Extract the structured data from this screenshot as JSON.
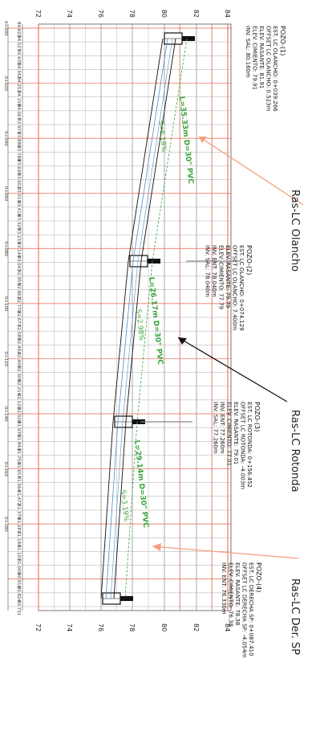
{
  "drawing": {
    "elevation_ticks": [
      "84",
      "82",
      "80",
      "78",
      "76",
      "74",
      "72"
    ],
    "stations": [
      "0+000",
      "0+020",
      "0+040",
      "0+060",
      "0+080",
      "0+100",
      "0+120",
      "0+140",
      "0+160",
      "0+180"
    ],
    "ground_values": [
      "84.623",
      "84.527",
      "84.435",
      "84.342",
      "84.251",
      "84.158",
      "84.067",
      "83.973",
      "83.880",
      "83.788",
      "83.695",
      "83.602",
      "83.510",
      "83.418",
      "83.325",
      "83.233",
      "83.140",
      "83.047",
      "82.955",
      "82.862",
      "82.770",
      "82.677",
      "82.585",
      "82.492",
      "82.400",
      "82.306",
      "82.214",
      "82.120",
      "82.028",
      "81.935",
      "81.843",
      "81.750",
      "81.657",
      "81.564",
      "81.472",
      "81.379",
      "81.287",
      "81.194",
      "81.101",
      "81.009",
      "80.916",
      "80.824",
      "80.731"
    ],
    "manholes": [
      {
        "title": "POZO-(1)",
        "lines": [
          "EST. LC OLANCHO: 0+039.266",
          "OFFSET LC OLANCHO: 0.523m",
          "ELEV. RASANTE: 81.91",
          "ELEV. CIMIENTO: 79.91",
          "INV. SAL: 80.160m"
        ]
      },
      {
        "title": "POZO-(2)",
        "lines": [
          "EST. LC OLANCHO: 0+074.129",
          "OFFSET LC OLANCHO: 7.400m",
          "ELEV. RASANTE: 79.79",
          "ELEV. CIMIENTO: 77.79",
          "INV. ENT: 78.040m",
          "INV. SAL: 78.040m"
        ]
      },
      {
        "title": "POZO-(3)",
        "lines": [
          "EST. LC ROTONDA: 0+156.452",
          "OFFSET LC ROTONDA: -4.003m",
          "ELEV. RASANTE: 79.01",
          "ELEV. CIMIENTO: 77.01",
          "INV. ENT: 77.260m",
          "INV. SAL: 77.260m"
        ]
      },
      {
        "title": "POZO-(4)",
        "lines": [
          "EST. LC DERECHA SP: 0+087.410",
          "OFFSET LC DERECHA SP: -4.054m",
          "ELEV. RASANTE: 78.38",
          "ELEV. CIMIENTO: 76.38",
          "INV. ENT: 76.330m"
        ]
      }
    ],
    "pipes": [
      {
        "length": "L=35.33m",
        "slope": "S=6.18%",
        "diameter": "D=30\" PVC"
      },
      {
        "length": "L=26.17m",
        "slope": "S=2.98%",
        "diameter": "D=30\" PVC"
      },
      {
        "length": "L=29.14m",
        "slope": "S=3.19%",
        "diameter": "D=30\" PVC"
      }
    ],
    "callouts": [
      "Ras-LC Olancho",
      "Ras-LC Rotonda",
      "Ras-LC Der. SP"
    ],
    "colors": {
      "grid": "#555555",
      "red": "#e8624a",
      "orange": "#f4a080",
      "pipe_blue": "#4f8fcf",
      "green": "#3aa43a",
      "black": "#111111",
      "gray_pointer": "#888888"
    }
  }
}
